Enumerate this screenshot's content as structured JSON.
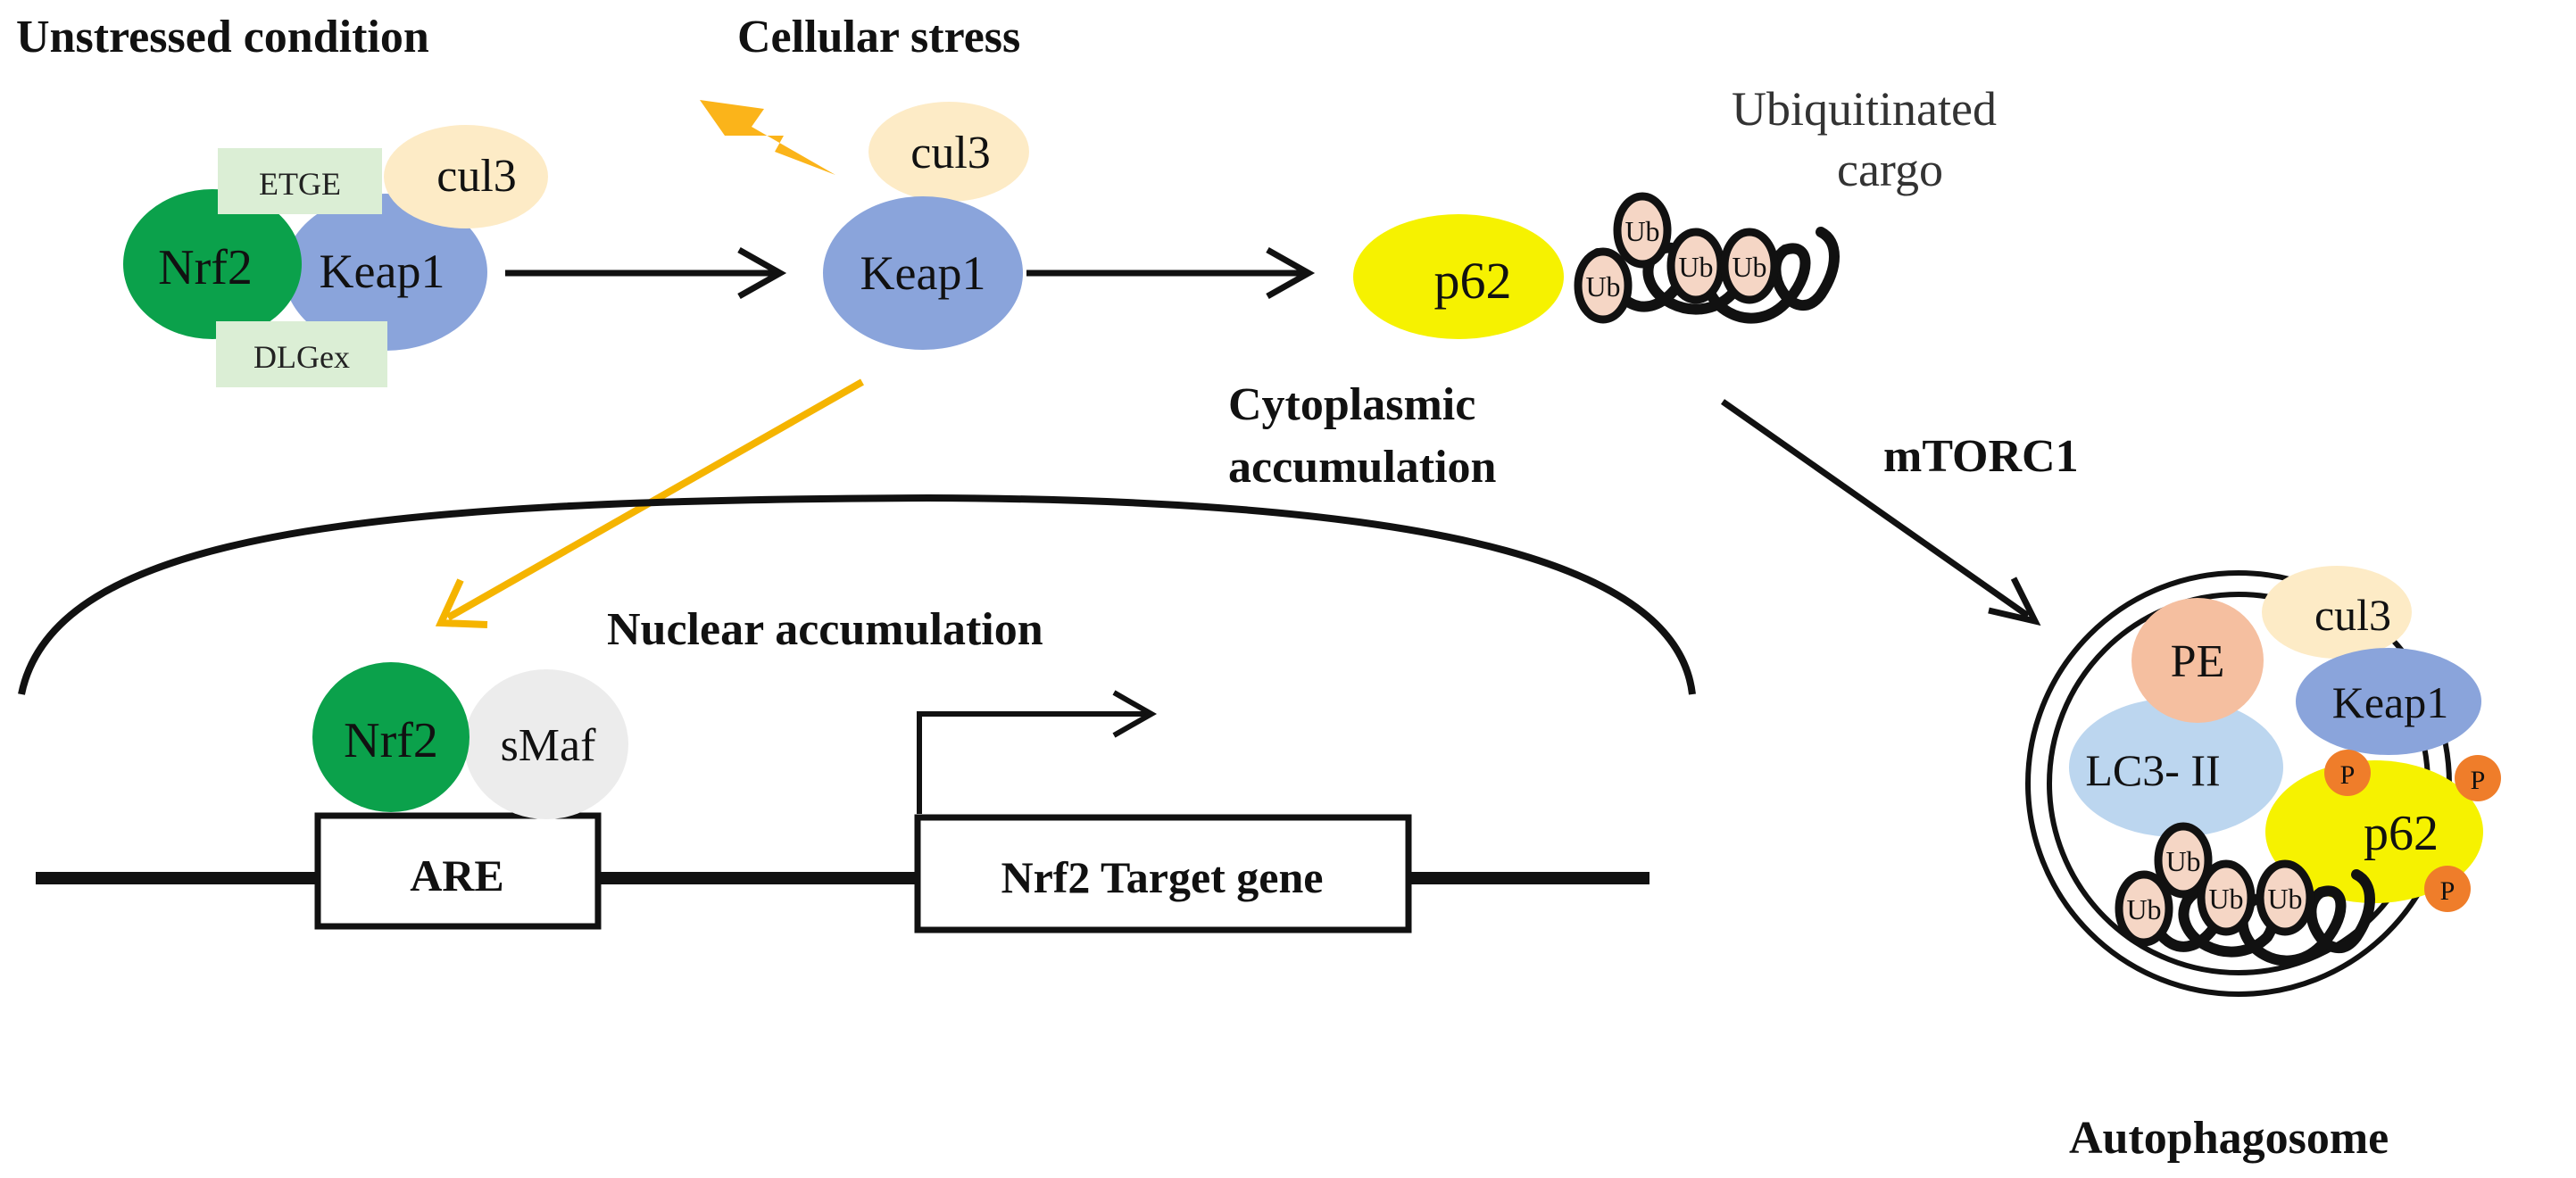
{
  "headings": {
    "unstressed": "Unstressed condition",
    "stress": "Cellular stress",
    "ubiquitinated_line1": "Ubiquitinated",
    "ubiquitinated_line2": "cargo",
    "cytoplasmic_line1": "Cytoplasmic",
    "cytoplasmic_line2": "accumulation",
    "mtorc1": "mTORC1",
    "nuclear": "Nuclear accumulation",
    "autophagosome": "Autophagosome"
  },
  "complex_unstressed": {
    "etge": "ETGE",
    "dlgex": "DLGex",
    "nrf2": "Nrf2",
    "keap1": "Keap1",
    "cul3": "cul3"
  },
  "complex_stress": {
    "cul3": "cul3",
    "keap1": "Keap1"
  },
  "cargo": {
    "p62": "p62",
    "ub": "Ub"
  },
  "nucleus": {
    "nrf2": "Nrf2",
    "smaf": "sMaf",
    "are": "ARE",
    "target_gene": "Nrf2 Target gene"
  },
  "autophagosome_contents": {
    "pe": "PE",
    "cul3": "cul3",
    "keap1": "Keap1",
    "lc3": "LC3- II",
    "p62": "p62",
    "phospho": "P",
    "ub": "Ub"
  },
  "colors": {
    "nrf2_green": "#0ba14b",
    "keap1_blue": "#8aa4db",
    "cul3_cream": "#fdebc6",
    "etge_box": "#dbeed5",
    "p62_yellow": "#f6f200",
    "ub_pink": "#f5d6c5",
    "smaf_grey": "#ececec",
    "pe_salmon": "#f5bfa0",
    "lc3_lightblue": "#bcd6ef",
    "phospho_orange": "#ef7d2a",
    "stress_arrow": "#f5b400",
    "lightning": "#fbb41a"
  }
}
